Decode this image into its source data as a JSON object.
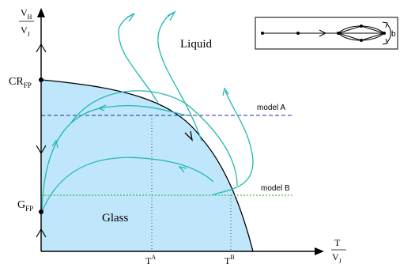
{
  "axes": {
    "y_label": {
      "num_base": "V",
      "num_sub": "H",
      "den_base": "V",
      "den_sub": "J"
    },
    "x_label": {
      "num": "T",
      "den_base": "V",
      "den_sub": "J"
    }
  },
  "points": {
    "critical": {
      "base": "CR",
      "sub": "FP"
    },
    "glass": {
      "base": "G",
      "sub": "FP"
    }
  },
  "regions": {
    "liquid": "Liquid",
    "glass": "Glass"
  },
  "models": {
    "a": {
      "label": "model A",
      "color": "#1f2ea8",
      "tick_base": "T",
      "tick_sup": "A"
    },
    "b": {
      "label": "model B",
      "color": "#2ea82e",
      "tick_base": "T",
      "tick_sup": "B"
    }
  },
  "legend": {
    "label": "b"
  },
  "colors": {
    "glass_fill": "#bfe6fb",
    "flow_lines": "#22b8b0",
    "boundary": "#000000"
  }
}
